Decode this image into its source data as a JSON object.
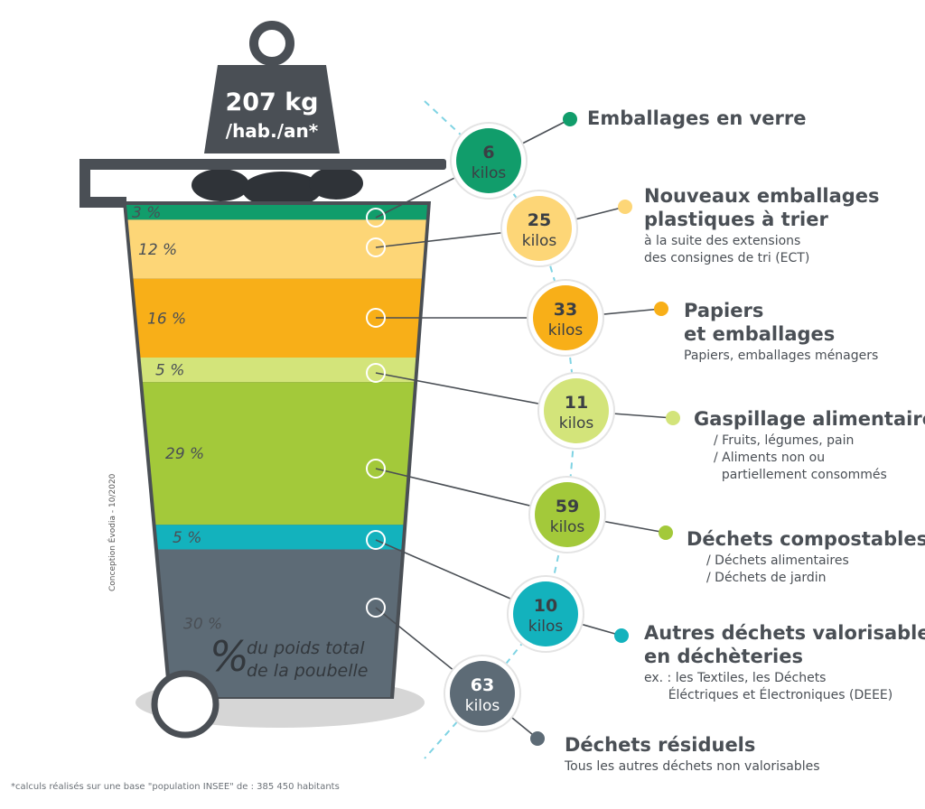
{
  "weight": {
    "value": "207 kg",
    "unit": "/hab./an*"
  },
  "chart_data": {
    "type": "bar",
    "categories": [
      "Emballages en verre",
      "Nouveaux emballages plastiques à trier",
      "Papiers et emballages",
      "Gaspillage alimentaire",
      "Déchets compostables",
      "Autres déchets valorisables en déchèteries",
      "Déchets résiduels"
    ],
    "percent_labels": [
      "3 %",
      "12 %",
      "16 %",
      "5 %",
      "29 %",
      "5 %",
      "30 %"
    ],
    "values": [
      3,
      12,
      16,
      5,
      29,
      5,
      30
    ],
    "kilos": [
      6,
      25,
      33,
      11,
      59,
      10,
      63
    ],
    "kilos_unit": "kilos",
    "colors": [
      "#119d6b",
      "#fdd677",
      "#f8af18",
      "#d3e47a",
      "#a3c93a",
      "#13b2bd",
      "#5d6b76"
    ],
    "axis_caption_symbol": "%",
    "axis_caption_lines": [
      "du poids total",
      "de la poubelle"
    ]
  },
  "categories": [
    {
      "title_lines": [
        "Emballages en verre"
      ],
      "sub_lines": []
    },
    {
      "title_lines": [
        "Nouveaux emballages",
        "plastiques à trier"
      ],
      "sub_lines": [
        "à la suite des extensions",
        "des consignes de tri (ECT)"
      ]
    },
    {
      "title_lines": [
        "Papiers",
        "et emballages"
      ],
      "sub_lines": [
        "Papiers, emballages ménagers"
      ]
    },
    {
      "title_lines": [
        "Gaspillage alimentaire"
      ],
      "sub_lines": [
        "/ Fruits, légumes, pain",
        "/ Aliments non ou",
        "  partiellement consommés"
      ]
    },
    {
      "title_lines": [
        "Déchets compostables"
      ],
      "sub_lines": [
        "/ Déchets alimentaires",
        "/ Déchets de jardin"
      ]
    },
    {
      "title_lines": [
        "Autres déchets valorisables",
        "en déchèteries"
      ],
      "sub_lines": [
        "ex. : les Textiles, les Déchets",
        "      Éléctriques et Électroniques (DEEE)"
      ]
    },
    {
      "title_lines": [
        "Déchets résiduels"
      ],
      "sub_lines": [
        "Tous les autres déchets non valorisables"
      ]
    }
  ],
  "credit": "Conception Évodia - 10/2020",
  "footnote": "*calculs réalisés sur une base \"population INSEE\" de : 385 450 habitants"
}
